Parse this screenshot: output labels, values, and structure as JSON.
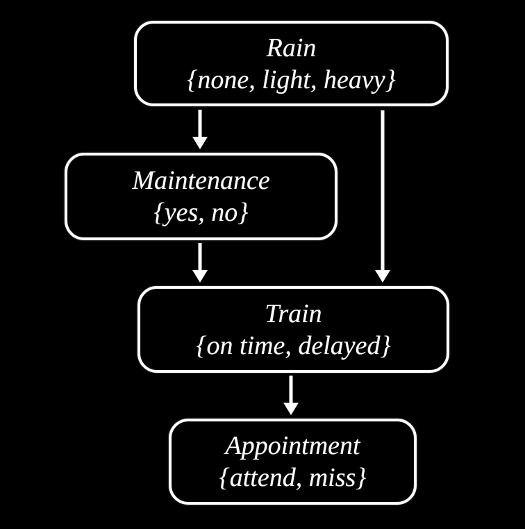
{
  "diagram": {
    "type": "bayesian-network",
    "colors": {
      "background": "#000000",
      "node-border": "#ffffff",
      "node-fill": "#000000",
      "text": "#ffffff",
      "edge": "#ffffff"
    },
    "nodes": [
      {
        "id": "rain",
        "label": "Rain",
        "values": "{none, light, heavy}"
      },
      {
        "id": "maintenance",
        "label": "Maintenance",
        "values": "{yes, no}"
      },
      {
        "id": "train",
        "label": "Train",
        "values": "{on time, delayed}"
      },
      {
        "id": "appointment",
        "label": "Appointment",
        "values": "{attend, miss}"
      }
    ],
    "edges": [
      {
        "from": "rain",
        "to": "maintenance"
      },
      {
        "from": "rain",
        "to": "train"
      },
      {
        "from": "maintenance",
        "to": "train"
      },
      {
        "from": "train",
        "to": "appointment"
      }
    ]
  }
}
